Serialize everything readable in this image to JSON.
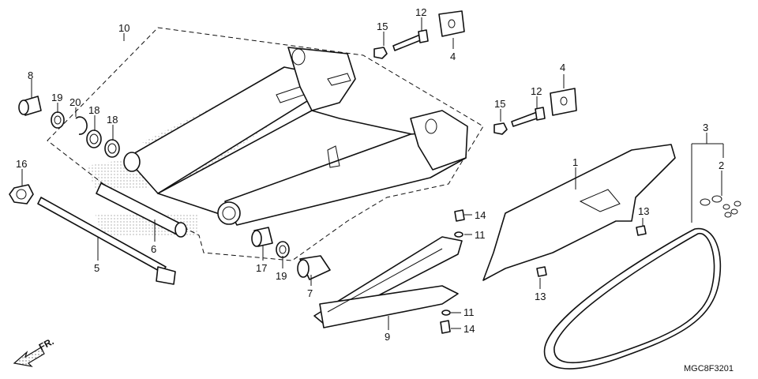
{
  "diagram": {
    "callouts": [
      {
        "id": "c10",
        "text": "10"
      },
      {
        "id": "c8",
        "text": "8"
      },
      {
        "id": "c19a",
        "text": "19"
      },
      {
        "id": "c20",
        "text": "20"
      },
      {
        "id": "c18a",
        "text": "18"
      },
      {
        "id": "c18b",
        "text": "18"
      },
      {
        "id": "c16",
        "text": "16"
      },
      {
        "id": "c6",
        "text": "6"
      },
      {
        "id": "c5",
        "text": "5"
      },
      {
        "id": "c17",
        "text": "17"
      },
      {
        "id": "c19b",
        "text": "19"
      },
      {
        "id": "c7",
        "text": "7"
      },
      {
        "id": "c15a",
        "text": "15"
      },
      {
        "id": "c12a",
        "text": "12"
      },
      {
        "id": "c4a",
        "text": "4"
      },
      {
        "id": "c15b",
        "text": "15"
      },
      {
        "id": "c12b",
        "text": "12"
      },
      {
        "id": "c4b",
        "text": "4"
      },
      {
        "id": "c1",
        "text": "1"
      },
      {
        "id": "c3",
        "text": "3"
      },
      {
        "id": "c2",
        "text": "2"
      },
      {
        "id": "c13a",
        "text": "13"
      },
      {
        "id": "c13b",
        "text": "13"
      },
      {
        "id": "c14a",
        "text": "14"
      },
      {
        "id": "c11a",
        "text": "11"
      },
      {
        "id": "c11b",
        "text": "11"
      },
      {
        "id": "c14b",
        "text": "14"
      },
      {
        "id": "c9",
        "text": "9"
      }
    ],
    "front_indicator": "FR.",
    "diagram_code": "MGC8F3201"
  }
}
